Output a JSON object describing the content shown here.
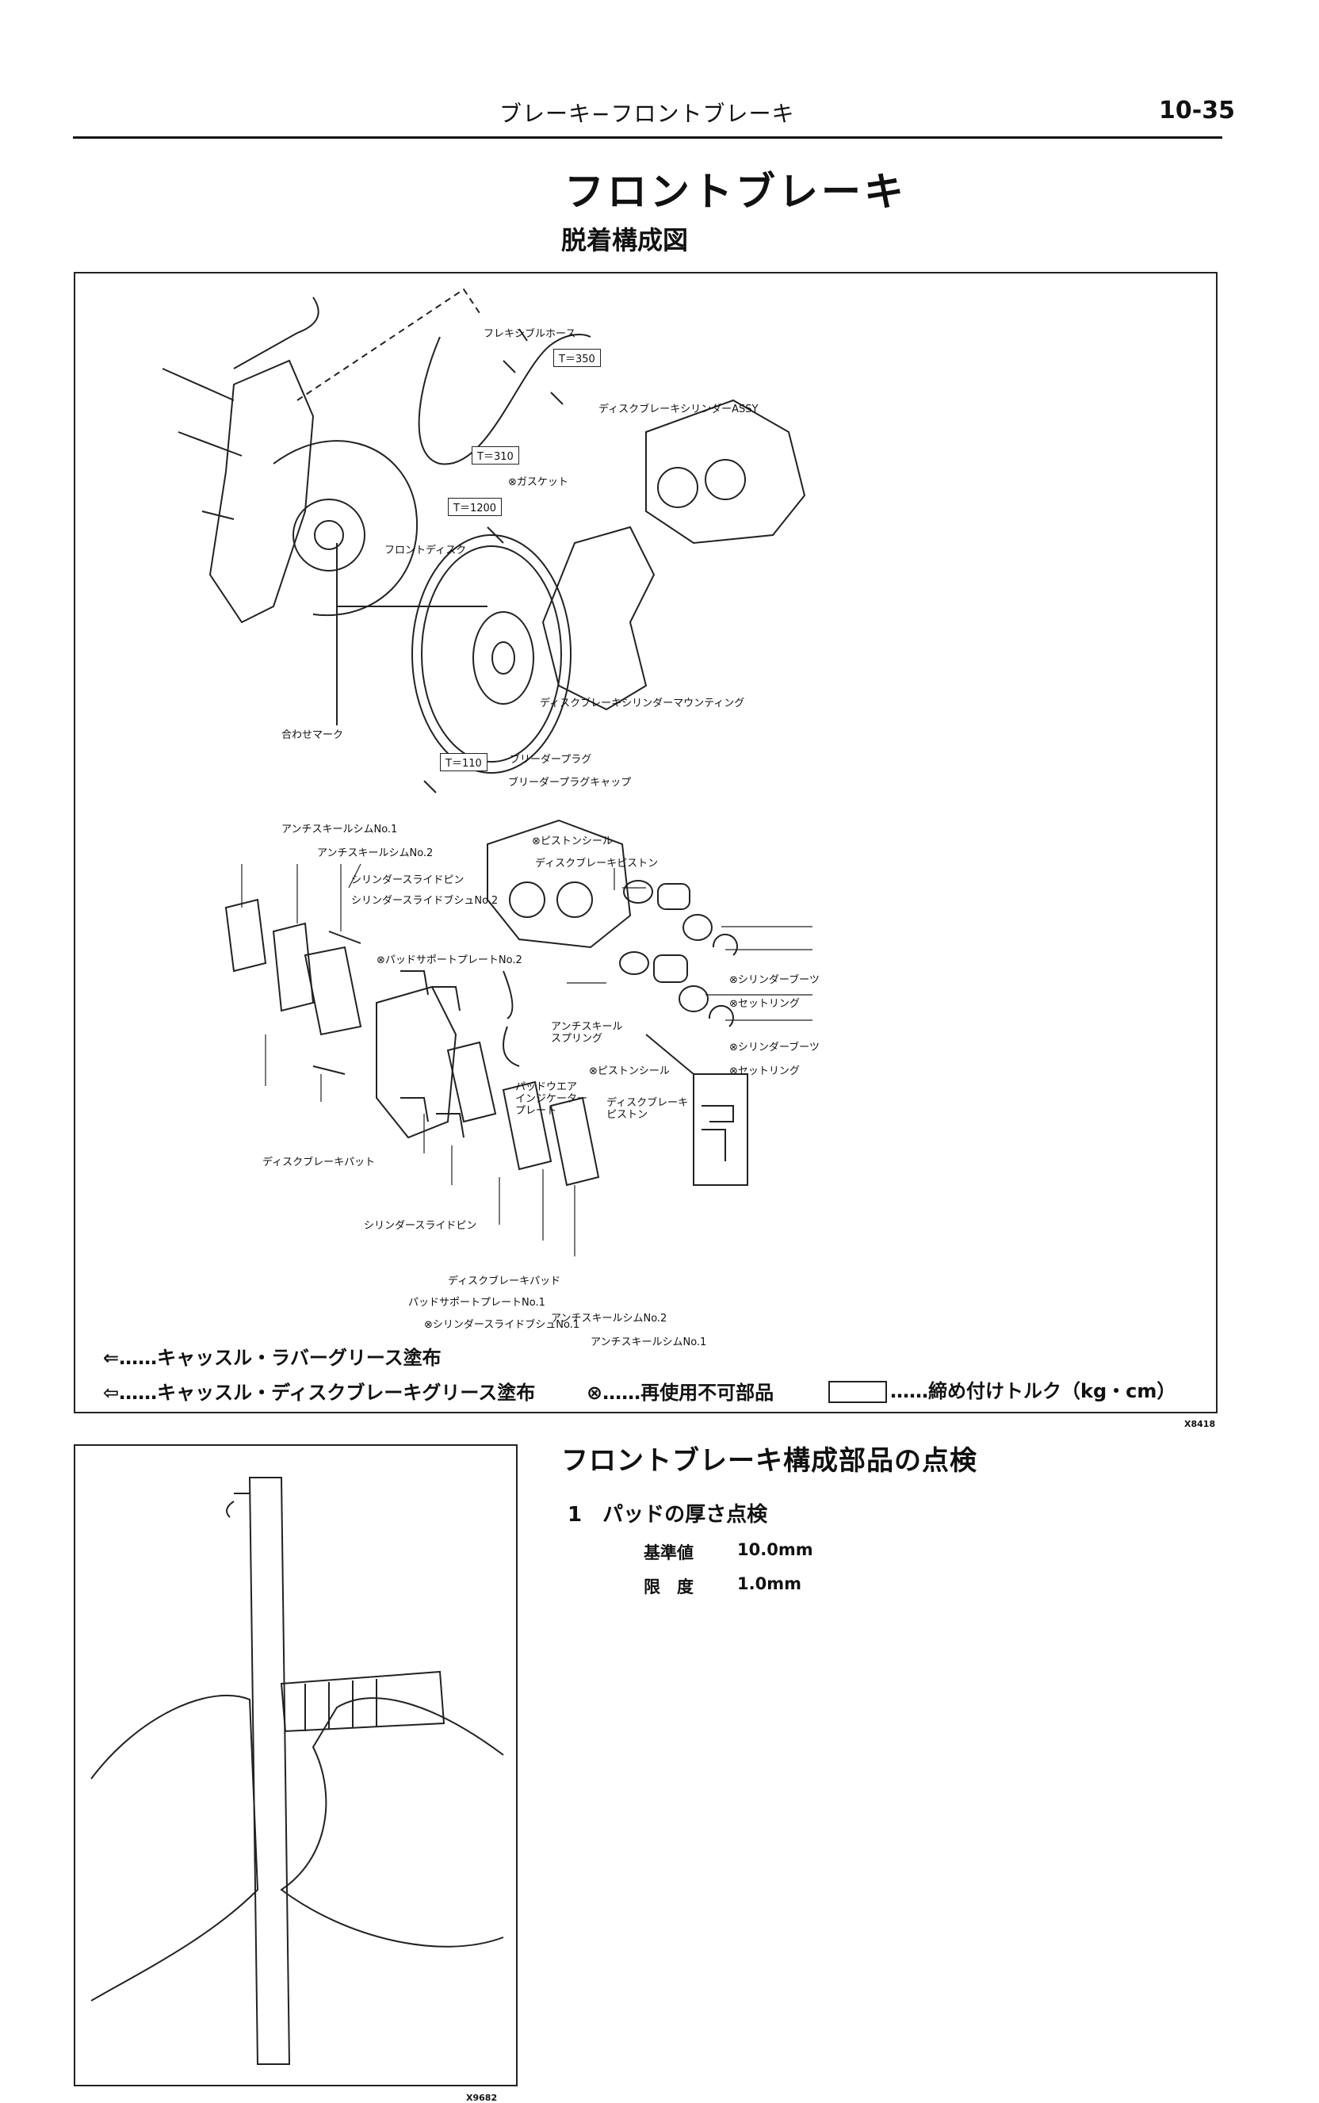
{
  "header": {
    "title": "ブレーキ−フロントブレーキ",
    "page": "10-35"
  },
  "title": "フロントブレーキ",
  "subtitle": "脱着構成図",
  "diagram": {
    "labels": {
      "flex_hose": "フレキシブルホース",
      "cylinder_assy": "ディスクブレーキシリンダーASSY",
      "gasket": "⊗ガスケット",
      "front_disc": "フロントディスク",
      "mounting": "ディスクブレーキシリンダーマウンティング",
      "match_mark": "合わせマーク",
      "bleeder_plug": "ブリーダープラグ",
      "bleeder_cap": "ブリーダープラグキャップ",
      "shim1_top": "アンチスキールシムNo.1",
      "shim2_top": "アンチスキールシムNo.2",
      "slide_pin_top": "シリンダースライドピン",
      "slide_bushing2": "シリンダースライドブシュNo.2",
      "piston_seal_top": "⊗ピストンシール",
      "piston_top": "ディスクブレーキピストン",
      "pad_support2": "⊗パッドサポートプレートNo.2",
      "boot_1": "⊗シリンダーブーツ",
      "set_ring_1": "⊗セットリング",
      "anti_squeal_spring": "アンチスキール\nスプリング",
      "boot_2": "⊗シリンダーブーツ",
      "piston_seal_mid": "⊗ピストンシール",
      "set_ring_2": "⊗セットリング",
      "wear_indicator": "パッドウエア\nインジケーター\nプレート",
      "piston_mid": "ディスクブレーキ\nピストン",
      "pad_left": "ディスクブレーキパット",
      "slide_pin_bottom": "シリンダースライドピン",
      "pad_bottom": "ディスクブレーキパッド",
      "pad_support1": "パッドサポートプレートNo.1",
      "slide_bushing1": "⊗シリンダースライドブシュNo.1",
      "shim2_bottom": "アンチスキールシムNo.2",
      "shim1_bottom": "アンチスキールシムNo.1"
    },
    "torques": {
      "t350": "T＝350",
      "t310": "T＝310",
      "t1200": "T＝1200",
      "t110": "T＝110"
    },
    "legend": {
      "rubber_grease": "⇐……キャッスル・ラバーグリース塗布",
      "disc_grease": "⇦……キャッスル・ディスクブレーキグリース塗布",
      "non_reusable": "⊗……再使用不可部品",
      "torque": "……締め付けトルク（kg・cm）"
    },
    "code": "X8418"
  },
  "inspection": {
    "title": "フロントブレーキ構成部品の点検",
    "step": "1　パッドの厚さ点検",
    "standard_label": "基準値",
    "standard_value": "10.0mm",
    "limit_label": "限　度",
    "limit_value": "1.0mm",
    "photo_code": "X9682"
  }
}
